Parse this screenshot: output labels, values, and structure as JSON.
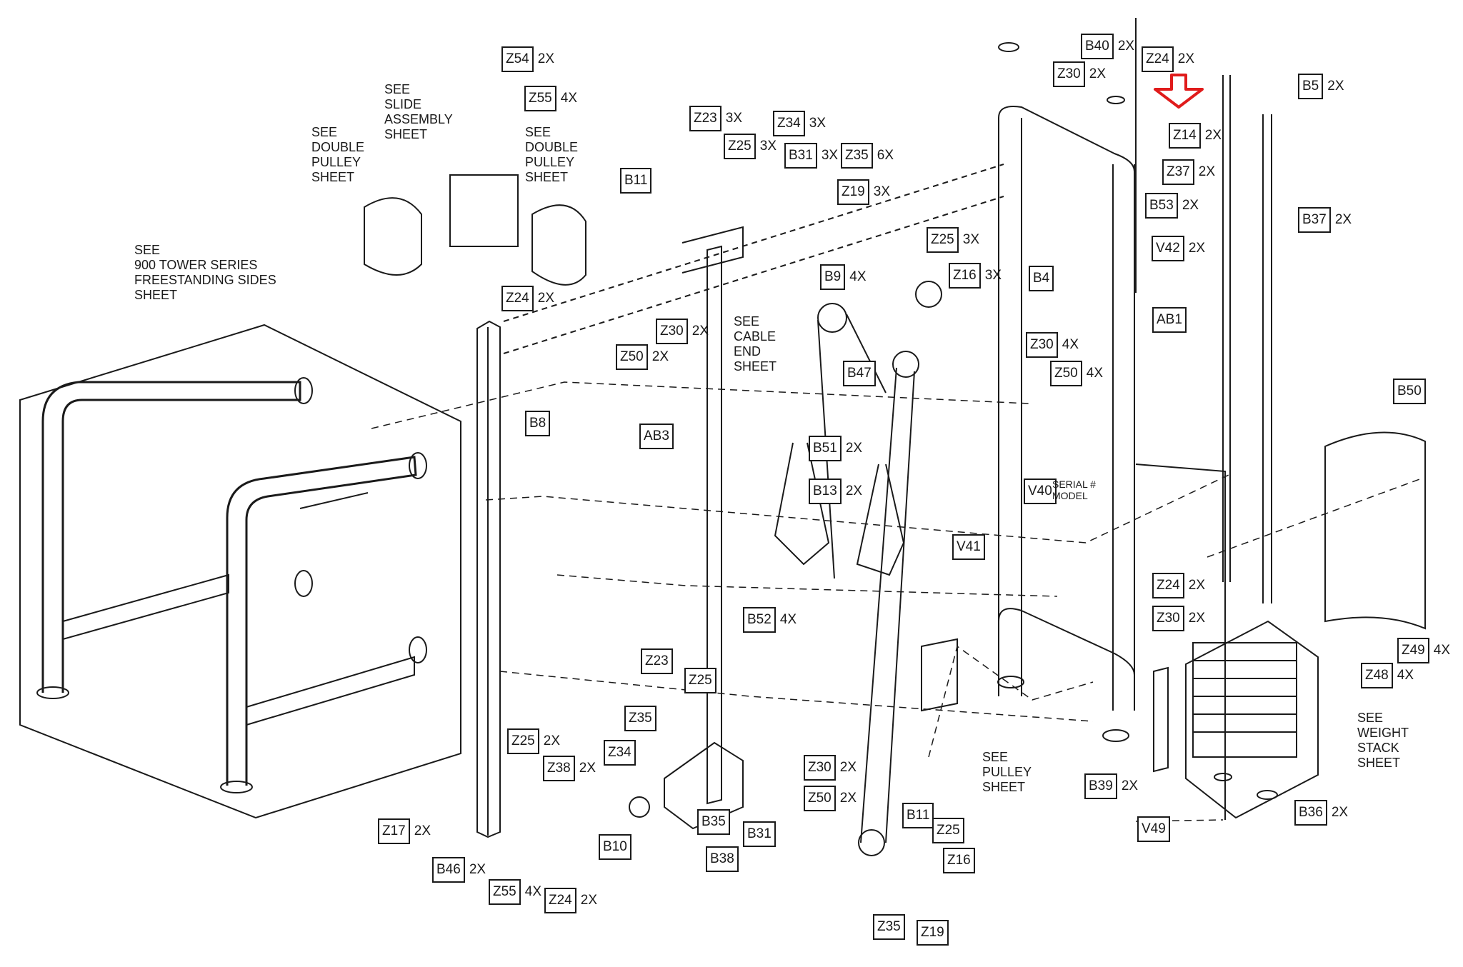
{
  "colors": {
    "ink": "#1a1a1a",
    "highlight_arrow": "#e01b1b",
    "background": "#ffffff"
  },
  "callouts": [
    {
      "id": "Z54",
      "qty": "2X"
    },
    {
      "id": "Z55",
      "qty": "4X"
    },
    {
      "id": "B11",
      "qty": ""
    },
    {
      "id": "Z23",
      "qty": "3X"
    },
    {
      "id": "Z34",
      "qty": "3X"
    },
    {
      "id": "Z25",
      "qty": "3X"
    },
    {
      "id": "B31",
      "qty": "3X"
    },
    {
      "id": "Z35",
      "qty": "6X"
    },
    {
      "id": "Z19",
      "qty": "3X"
    },
    {
      "id": "Z24",
      "qty": "2X"
    },
    {
      "id": "Z30",
      "qty": "2X"
    },
    {
      "id": "Z50",
      "qty": "2X"
    },
    {
      "id": "B40",
      "qty": "2X"
    },
    {
      "id": "Z24",
      "qty": "2X"
    },
    {
      "id": "Z30",
      "qty": "2X"
    },
    {
      "id": "Z14",
      "qty": "2X"
    },
    {
      "id": "Z37",
      "qty": "2X"
    },
    {
      "id": "B53",
      "qty": "2X"
    },
    {
      "id": "B5",
      "qty": "2X"
    },
    {
      "id": "B37",
      "qty": "2X"
    },
    {
      "id": "V42",
      "qty": "2X"
    },
    {
      "id": "B4",
      "qty": ""
    },
    {
      "id": "AB1",
      "qty": ""
    },
    {
      "id": "Z25",
      "qty": "3X"
    },
    {
      "id": "Z16",
      "qty": "3X"
    },
    {
      "id": "B9",
      "qty": "4X"
    },
    {
      "id": "B47",
      "qty": ""
    },
    {
      "id": "B51",
      "qty": "2X"
    },
    {
      "id": "B13",
      "qty": "2X"
    },
    {
      "id": "AB3",
      "qty": ""
    },
    {
      "id": "B8",
      "qty": ""
    },
    {
      "id": "Z30",
      "qty": "4X"
    },
    {
      "id": "Z50",
      "qty": "4X"
    },
    {
      "id": "B50",
      "qty": ""
    },
    {
      "id": "V40",
      "qty": ""
    },
    {
      "id": "V41",
      "qty": ""
    },
    {
      "id": "B52",
      "qty": "4X"
    },
    {
      "id": "Z24",
      "qty": "2X"
    },
    {
      "id": "Z30",
      "qty": "2X"
    },
    {
      "id": "Z49",
      "qty": "4X"
    },
    {
      "id": "Z48",
      "qty": "4X"
    },
    {
      "id": "Z23",
      "qty": ""
    },
    {
      "id": "Z25",
      "qty": ""
    },
    {
      "id": "Z35",
      "qty": ""
    },
    {
      "id": "Z34",
      "qty": ""
    },
    {
      "id": "Z25",
      "qty": "2X"
    },
    {
      "id": "Z38",
      "qty": "2X"
    },
    {
      "id": "Z30",
      "qty": "2X"
    },
    {
      "id": "Z50",
      "qty": "2X"
    },
    {
      "id": "B35",
      "qty": ""
    },
    {
      "id": "B31",
      "qty": ""
    },
    {
      "id": "B10",
      "qty": ""
    },
    {
      "id": "B38",
      "qty": ""
    },
    {
      "id": "Z17",
      "qty": "2X"
    },
    {
      "id": "B46",
      "qty": "2X"
    },
    {
      "id": "Z55",
      "qty": "4X"
    },
    {
      "id": "Z24",
      "qty": "2X"
    },
    {
      "id": "B11",
      "qty": ""
    },
    {
      "id": "Z25",
      "qty": ""
    },
    {
      "id": "Z16",
      "qty": ""
    },
    {
      "id": "Z35",
      "qty": ""
    },
    {
      "id": "Z19",
      "qty": ""
    },
    {
      "id": "B39",
      "qty": "2X"
    },
    {
      "id": "V49",
      "qty": ""
    },
    {
      "id": "B36",
      "qty": "2X"
    }
  ],
  "notes": {
    "slide_assembly": [
      "SEE",
      "SLIDE",
      "ASSEMBLY",
      "SHEET"
    ],
    "double_pulley_left": [
      "SEE",
      "DOUBLE",
      "PULLEY",
      "SHEET"
    ],
    "double_pulley_right": [
      "SEE",
      "DOUBLE",
      "PULLEY",
      "SHEET"
    ],
    "tower_sides": [
      "SEE",
      "900 TOWER SERIES",
      "FREESTANDING SIDES",
      "SHEET"
    ],
    "cable_end": [
      "SEE",
      "CABLE",
      "END",
      "SHEET"
    ],
    "serial_model": [
      "SERIAL #",
      "MODEL"
    ],
    "pulley": [
      "SEE",
      "PULLEY",
      "SHEET"
    ],
    "weight_stack": [
      "SEE",
      "WEIGHT",
      "STACK",
      "SHEET"
    ]
  }
}
